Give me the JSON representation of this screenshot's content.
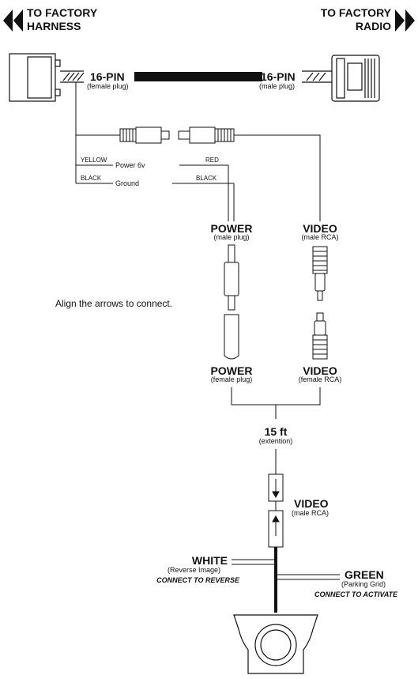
{
  "header": {
    "left_line1": "TO FACTORY",
    "left_line2": "HARNESS",
    "right_line1": "TO FACTORY",
    "right_line2": "RADIO"
  },
  "harness": {
    "left_pin": "16-PIN",
    "left_plug": "(female plug)",
    "right_pin": "16-PIN",
    "right_plug": "(male plug)"
  },
  "wires": {
    "yellow": "YELLOW",
    "red": "RED",
    "power_label": "Power 6v",
    "black_left": "BLACK",
    "black_right": "BLACK",
    "ground_label": "Ground"
  },
  "upper_connectors": {
    "power_title": "POWER",
    "power_sub": "(male plug)",
    "video_title": "VIDEO",
    "video_sub": "(male RCA)"
  },
  "instruction": "Align the arrows to connect.",
  "lower_connectors": {
    "power_title": "POWER",
    "power_sub": "(female plug)",
    "video_title": "VIDEO",
    "video_sub": "(female RCA)"
  },
  "extension": {
    "length": "15 ft",
    "label": "(extention)"
  },
  "camera_video": {
    "title": "VIDEO",
    "sub": "(male RCA)"
  },
  "white_wire": {
    "title": "WHITE",
    "sub": "(Reverse Image)",
    "action": "CONNECT TO REVERSE"
  },
  "green_wire": {
    "title": "GREEN",
    "sub": "(Parking Grid)",
    "action": "CONNECT TO ACTIVATE"
  }
}
